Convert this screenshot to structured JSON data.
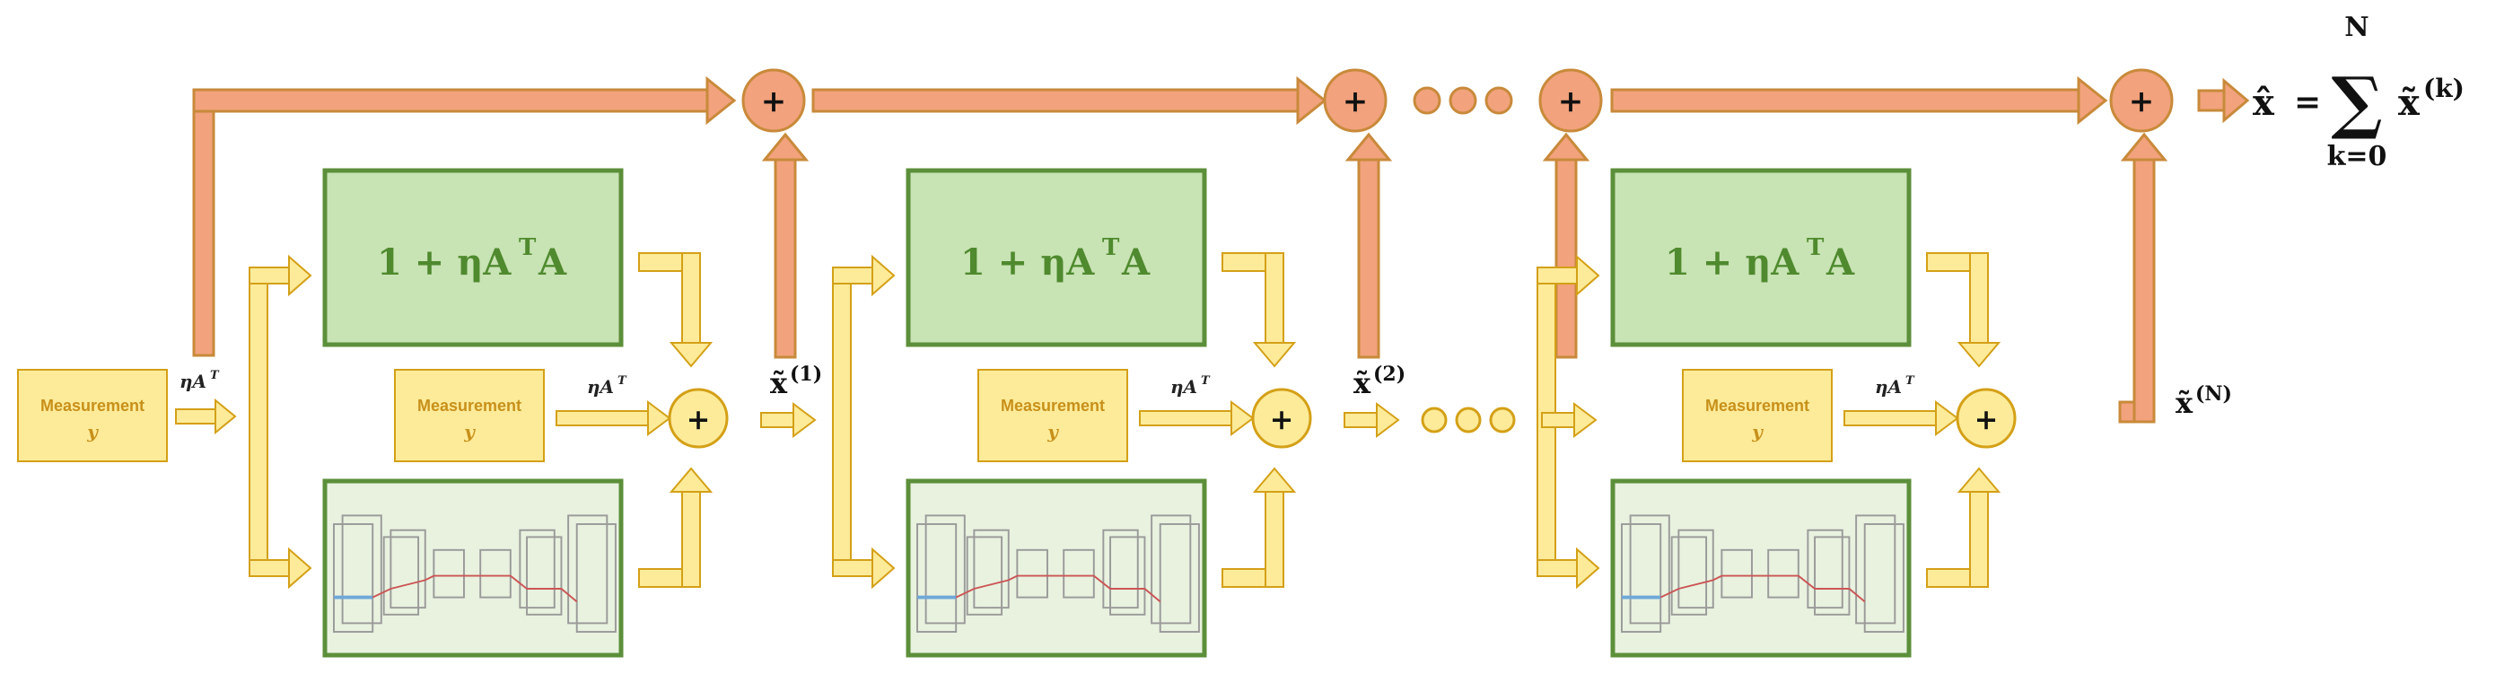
{
  "measurement": {
    "label": "Measurement",
    "variable": "y"
  },
  "eta_label": "ηA",
  "eta_sup": "T",
  "update_box": {
    "text": "1 + ηA",
    "sup": "T",
    "tail": "A"
  },
  "stages": [
    {
      "output_symbol": "x̃",
      "output_sup": "(1)"
    },
    {
      "output_symbol": "x̃",
      "output_sup": "(2)"
    },
    {
      "output_symbol": "x̃",
      "output_sup": "(N)"
    }
  ],
  "final": {
    "lhs": "x̂",
    "equals": "=",
    "sum_symbol": "∑",
    "sum_upper": "N",
    "sum_lower": "k=0",
    "term": "x̃",
    "term_sup": "(k)"
  },
  "plus_symbol": "+",
  "ellipsis": "•••",
  "colors": {
    "orange_fill": "#f2a27c",
    "orange_stroke": "#c88a3a",
    "yellow_fill": "#fdeb9a",
    "yellow_stroke": "#d4a017",
    "green_fill": "#c8e3b4",
    "green_stroke": "#5c8f3a",
    "green_text": "#4f8a2e",
    "net_fill": "#e8f2df"
  }
}
